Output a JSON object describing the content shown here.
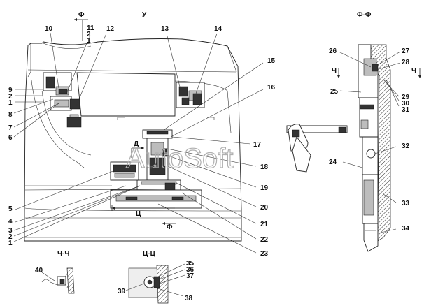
{
  "views": {
    "main": "У",
    "section_f": "Ф-Ф",
    "section_ch": "Ч-Ч",
    "section_ts": "Ц-Ц"
  },
  "cut_marks": {
    "f_top": "Ф",
    "f_bottom": "Ф",
    "ch": "Ч",
    "ch_right": "Ч",
    "d": "Д",
    "ts": "Ц"
  },
  "callouts": [
    "1",
    "2",
    "3",
    "4",
    "5",
    "6",
    "7",
    "8",
    "9",
    "10",
    "11",
    "12",
    "13",
    "14",
    "15",
    "16",
    "17",
    "18",
    "19",
    "20",
    "21",
    "22",
    "23",
    "24",
    "25",
    "26",
    "27",
    "28",
    "29",
    "30",
    "31",
    "32",
    "33",
    "34",
    "35",
    "36",
    "37",
    "38",
    "39",
    "40"
  ],
  "stacks": {
    "s_11_2_1": [
      "11",
      "2",
      "1"
    ],
    "s_9_2_1": [
      "9",
      "2",
      "1"
    ],
    "s_3_2_1": [
      "3",
      "2",
      "1"
    ],
    "s_29_30_31": [
      "29",
      "30",
      "31"
    ],
    "s_35_36_37": [
      "35",
      "36",
      "37"
    ]
  },
  "singles": {
    "n10": "10",
    "n12": "12",
    "n13": "13",
    "n14": "14",
    "n15": "15",
    "n16": "16",
    "n8": "8",
    "n7": "7",
    "n6": "6",
    "n5": "5",
    "n4": "4",
    "n17": "17",
    "n18": "18",
    "n19": "19",
    "n20": "20",
    "n21": "21",
    "n22": "22",
    "n23": "23",
    "n24": "24",
    "n25": "25",
    "n26": "26",
    "n27": "27",
    "n28": "28",
    "n32": "32",
    "n33": "33",
    "n34": "34",
    "n38": "38",
    "n39": "39",
    "n40": "40"
  },
  "watermark": "AutoSoft"
}
